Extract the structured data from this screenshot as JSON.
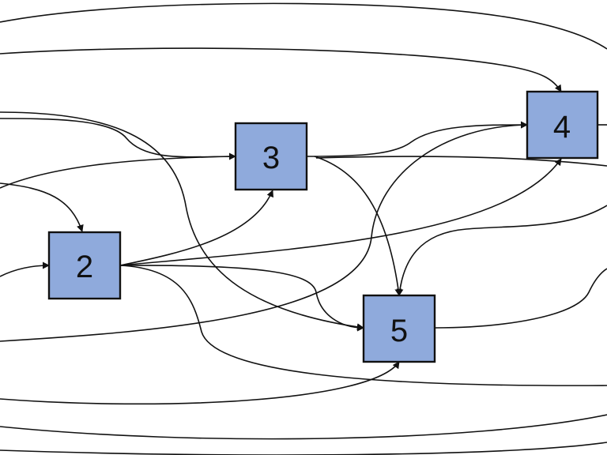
{
  "colors": {
    "node_fill": "#8faadc",
    "node_stroke": "#111111",
    "edge": "#111111",
    "background": "#ffffff"
  },
  "nodes": [
    {
      "id": "n2",
      "label": "2"
    },
    {
      "id": "n3",
      "label": "3"
    },
    {
      "id": "n4",
      "label": "4"
    },
    {
      "id": "n5",
      "label": "5"
    }
  ]
}
